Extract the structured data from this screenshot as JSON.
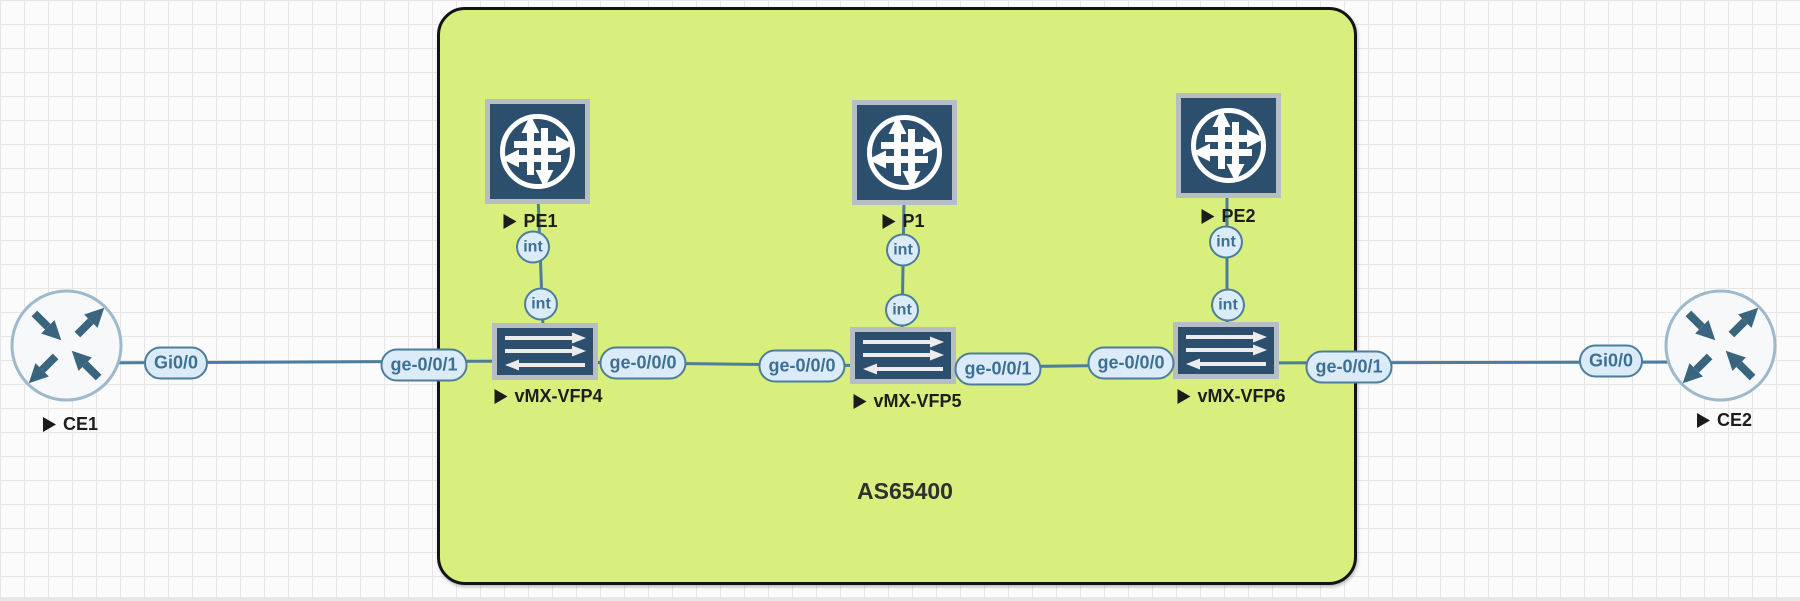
{
  "topology": {
    "as_box": {
      "label": "AS65400"
    },
    "nodes": {
      "ce1": {
        "label": "CE1",
        "type": "router"
      },
      "pe1": {
        "label": "PE1",
        "type": "juniper-router"
      },
      "p1": {
        "label": "P1",
        "type": "juniper-router"
      },
      "pe2": {
        "label": "PE2",
        "type": "juniper-router"
      },
      "vfp4": {
        "label": "vMX-VFP4",
        "type": "vfp-switch"
      },
      "vfp5": {
        "label": "vMX-VFP5",
        "type": "vfp-switch"
      },
      "vfp6": {
        "label": "vMX-VFP6",
        "type": "vfp-switch"
      },
      "ce2": {
        "label": "CE2",
        "type": "router"
      }
    },
    "ports": {
      "ce1_gi00": "Gi0/0",
      "ce2_gi00": "Gi0/0",
      "vfp4_ge001": "ge-0/0/1",
      "vfp4_ge000": "ge-0/0/0",
      "vfp5_ge000": "ge-0/0/0",
      "vfp5_ge001": "ge-0/0/1",
      "vfp6_ge000": "ge-0/0/0",
      "vfp6_ge001": "ge-0/0/1",
      "pe1_int": "int",
      "vfp4_int": "int",
      "p1_int": "int",
      "vfp5_int": "int",
      "pe2_int": "int",
      "vfp6_int": "int"
    },
    "links": [
      {
        "from": "CE1 Gi0/0",
        "to": "vMX-VFP4 ge-0/0/1"
      },
      {
        "from": "vMX-VFP4 ge-0/0/0",
        "to": "vMX-VFP5 ge-0/0/0"
      },
      {
        "from": "vMX-VFP5 ge-0/0/1",
        "to": "vMX-VFP6 ge-0/0/0"
      },
      {
        "from": "vMX-VFP6 ge-0/0/1",
        "to": "CE2 Gi0/0"
      },
      {
        "from": "PE1 int",
        "to": "vMX-VFP4 int"
      },
      {
        "from": "P1 int",
        "to": "vMX-VFP5 int"
      },
      {
        "from": "PE2 int",
        "to": "vMX-VFP6 int"
      }
    ]
  },
  "colors": {
    "as_box_fill": "#d8ee7d",
    "as_box_border": "#141414",
    "node_navy": "#2d4f6e",
    "link": "#4d7d9c",
    "pill_fill": "#dcebf8",
    "pill_border": "#4d7d9c",
    "pill_text": "#3d7093",
    "ce_arrow": "#3a657f",
    "grid_line": "#e6e6e6"
  }
}
